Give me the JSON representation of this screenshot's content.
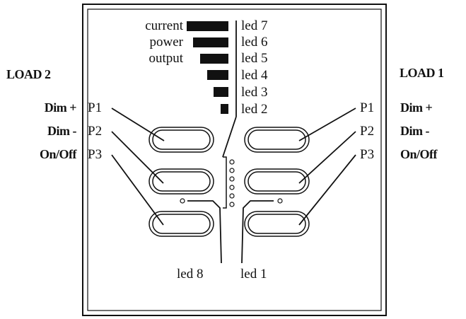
{
  "left_side": {
    "load": "LOAD 2",
    "functions": [
      "Dim +",
      "Dim -",
      "On/Off"
    ],
    "ports": [
      "P1",
      "P2",
      "P3"
    ]
  },
  "right_side": {
    "load": "LOAD 1",
    "functions": [
      "Dim +",
      "Dim -",
      "On/Off"
    ],
    "ports": [
      "P1",
      "P2",
      "P3"
    ]
  },
  "bar_labels": [
    "current",
    "power",
    "output"
  ],
  "leds": [
    "led 7",
    "led 6",
    "led 5",
    "led 4",
    "led 3",
    "led 2"
  ],
  "bottom_leds": {
    "left": "led 8",
    "right": "led 1"
  },
  "colors": {
    "ink": "#111111",
    "background": "#ffffff"
  }
}
